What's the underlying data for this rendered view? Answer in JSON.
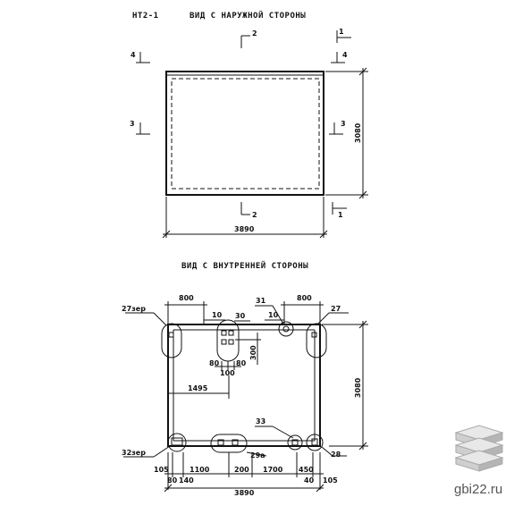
{
  "mark": "НТ2-1",
  "outer_view": {
    "title": "ВИД С НАРУЖНОЙ СТОРОНЫ",
    "section_labels": {
      "top_2": "2",
      "top_1": "1",
      "left_4": "4",
      "right_4": "4",
      "left_3": "3",
      "right_3": "3",
      "bottom_2": "2",
      "bottom_1": "1"
    },
    "width_dim": "3890",
    "height_dim": "3080"
  },
  "inner_view": {
    "title": "ВИД С ВНУТРЕННЕЙ СТОРОНЫ",
    "dims": {
      "top_left": "800",
      "top_right": "800",
      "left_10": "10",
      "right_10": "10",
      "d300": "300",
      "d80a": "80",
      "d80b": "80",
      "d100": "100",
      "d1495": "1495",
      "height": "3080",
      "b105a": "105",
      "b1100": "1100",
      "b200": "200",
      "b1700": "1700",
      "b450": "450",
      "b80": "80",
      "b140": "140",
      "b40": "40",
      "b105b": "105",
      "total": "3890"
    },
    "callouts": {
      "c27zer": "27зер",
      "c30": "30",
      "c31": "31",
      "c27": "27",
      "c33": "33",
      "c32zer": "32зер",
      "c29a": "29а",
      "c28": "28"
    }
  },
  "watermark": {
    "icon": "stacked-slabs-icon",
    "text": "gbi22.ru"
  }
}
